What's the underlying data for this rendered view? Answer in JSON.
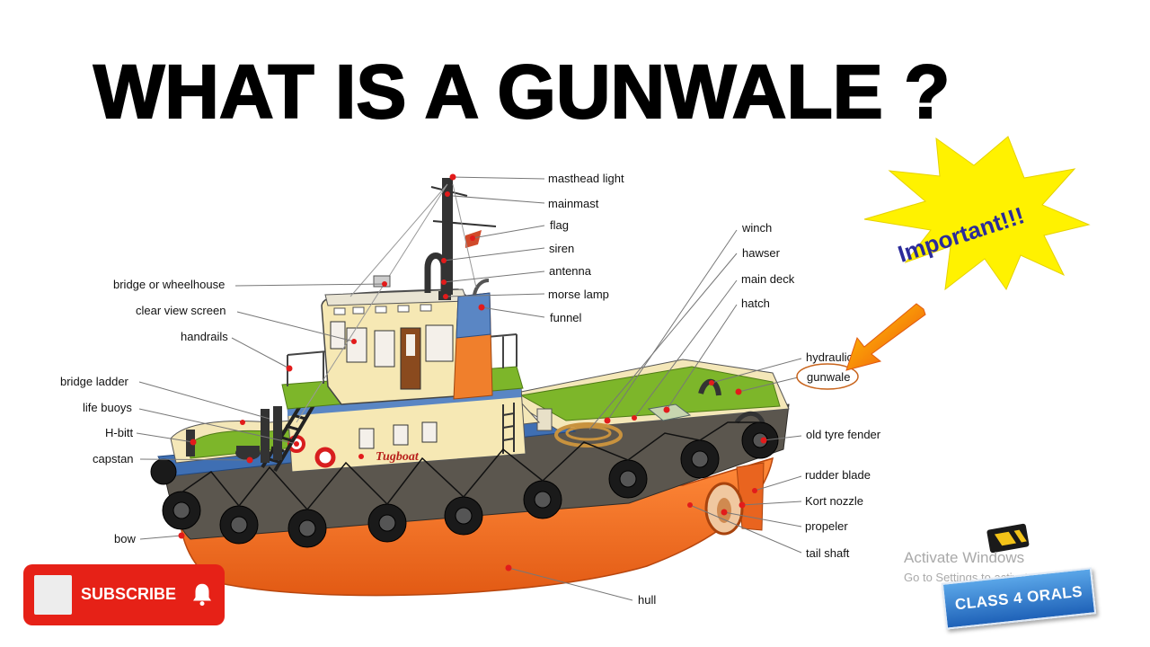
{
  "title": "WHAT IS A GUNWALE ?",
  "boat_name": "Tugboat",
  "burst_text": "Important!!!",
  "labels": {
    "masthead_light": "masthead light",
    "mainmast": "mainmast",
    "flag": "flag",
    "siren": "siren",
    "antenna": "antenna",
    "morse_lamp": "morse lamp",
    "funnel": "funnel",
    "bridge_or_wheelhouse": "bridge or wheelhouse",
    "clear_view_screen": "clear view screen",
    "handrails": "handrails",
    "bridge_ladder": "bridge ladder",
    "life_buoys": "life buoys",
    "h_bitt": "H-bitt",
    "capstan": "capstan",
    "bow": "bow",
    "winch": "winch",
    "hawser": "hawser",
    "main_deck": "main deck",
    "hatch": "hatch",
    "hydraulic": "hydraulic",
    "gunwale": "gunwale",
    "old_tyre_fender": "old tyre fender",
    "rudder_blade": "rudder blade",
    "kort_nozzle": "Kort nozzle",
    "propeler": "propeler",
    "tail_shaft": "tail shaft",
    "hull": "hull"
  },
  "subscribe": {
    "label": "SUBSCRIBE"
  },
  "watermark": {
    "line1": "Activate Windows",
    "line2": "Go to Settings to activate Windows."
  },
  "channel_badge": "CLASS 4 ORALS",
  "colors": {
    "hull": "#f26a22",
    "hull_dark": "#5b564e",
    "rub_strake": "#3f6fb3",
    "deck": "#7db62a",
    "house": "#f6e8b4",
    "funnel": "#f07f2c",
    "funnel_top": "#5a86c4",
    "burst": "#fff200",
    "burst_text": "#2b2b9a",
    "subscribe_red": "#e62117",
    "gunwale_circle": "#c8641c"
  }
}
